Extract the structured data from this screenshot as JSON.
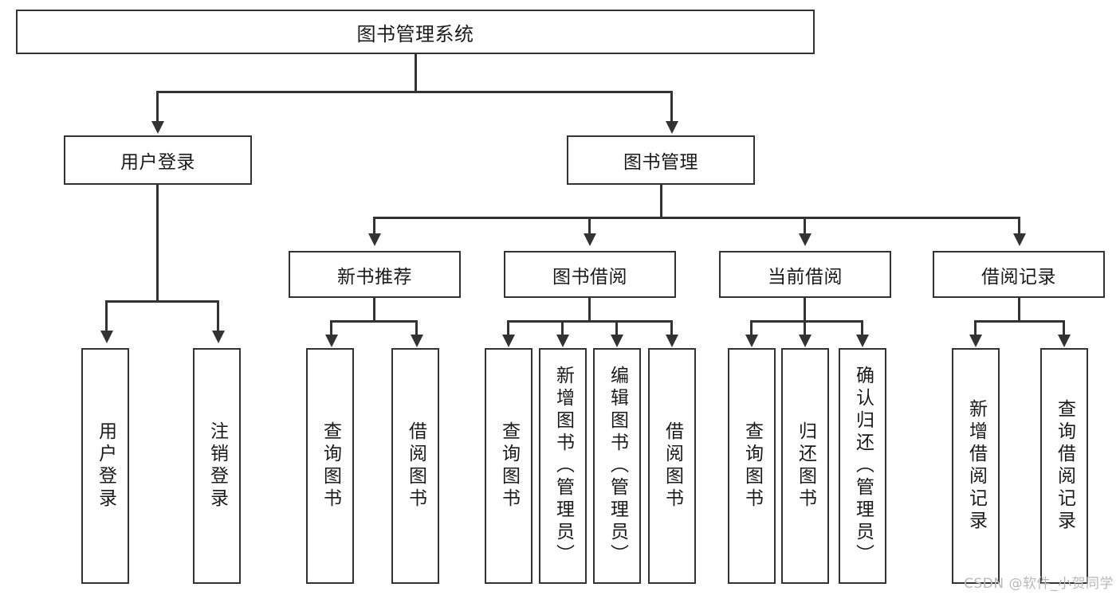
{
  "diagram": {
    "type": "tree-hierarchy",
    "title": "图书管理系统",
    "root": {
      "label": "图书管理系统"
    },
    "level1": [
      {
        "id": "user-login",
        "label": "用户登录"
      },
      {
        "id": "book-management",
        "label": "图书管理"
      }
    ],
    "level2": [
      {
        "id": "new-book-recommend",
        "label": "新书推荐",
        "parent": "book-management"
      },
      {
        "id": "book-borrow",
        "label": "图书借阅",
        "parent": "book-management"
      },
      {
        "id": "current-borrow",
        "label": "当前借阅",
        "parent": "book-management"
      },
      {
        "id": "borrow-record",
        "label": "借阅记录",
        "parent": "book-management"
      }
    ],
    "leaves": [
      {
        "id": "leaf-user-login",
        "label": "用户登录",
        "parent": "user-login"
      },
      {
        "id": "leaf-logout",
        "label": "注销登录",
        "parent": "user-login"
      },
      {
        "id": "leaf-query-book-1",
        "label": "查询图书",
        "parent": "new-book-recommend"
      },
      {
        "id": "leaf-borrow-book-1",
        "label": "借阅图书",
        "parent": "new-book-recommend"
      },
      {
        "id": "leaf-query-book-2",
        "label": "查询图书",
        "parent": "book-borrow"
      },
      {
        "id": "leaf-add-book",
        "label": "新增图书（管理员）",
        "parent": "book-borrow"
      },
      {
        "id": "leaf-edit-book",
        "label": "编辑图书（管理员）",
        "parent": "book-borrow"
      },
      {
        "id": "leaf-borrow-book-2",
        "label": "借阅图书",
        "parent": "book-borrow"
      },
      {
        "id": "leaf-query-book-3",
        "label": "查询图书",
        "parent": "current-borrow"
      },
      {
        "id": "leaf-return-book",
        "label": "归还图书",
        "parent": "current-borrow"
      },
      {
        "id": "leaf-confirm-return",
        "label": "确认归还（管理员）",
        "parent": "current-borrow"
      },
      {
        "id": "leaf-add-record",
        "label": "新增借阅记录",
        "parent": "borrow-record"
      },
      {
        "id": "leaf-query-record",
        "label": "查询借阅记录",
        "parent": "borrow-record"
      }
    ]
  },
  "watermark": {
    "text": "CSDN @软件_小贺同学"
  },
  "colors": {
    "stroke": "#333333",
    "background": "#ffffff",
    "text": "#1a1a1a",
    "watermark": "#b9b9b9"
  }
}
